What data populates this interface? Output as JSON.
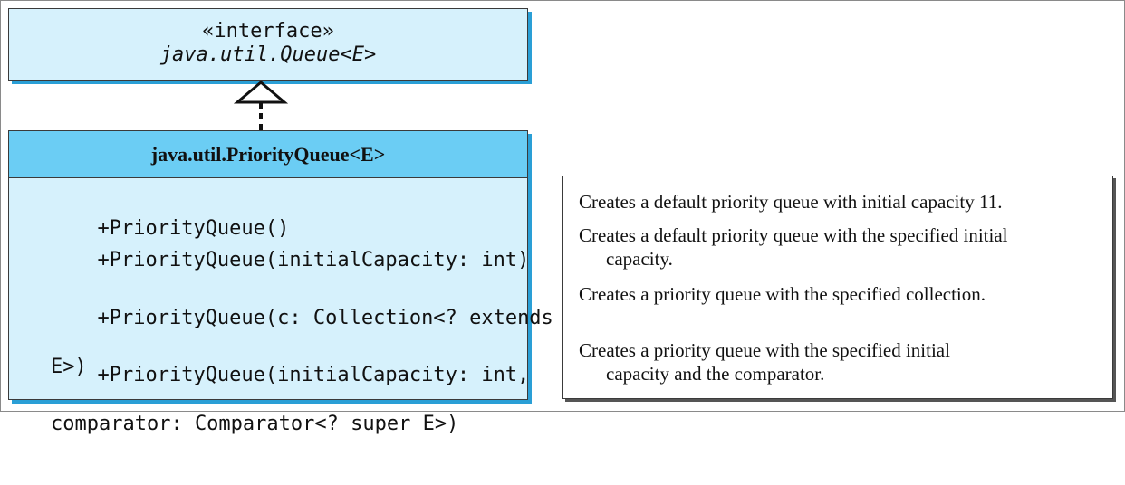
{
  "interface": {
    "stereotype": "«interface»",
    "name": "java.util.Queue<E>"
  },
  "class": {
    "name": "java.util.PriorityQueue<E>",
    "methods": [
      {
        "line1": "+PriorityQueue()",
        "line2": ""
      },
      {
        "line1": "+PriorityQueue(initialCapacity: int)",
        "line2": ""
      },
      {
        "line1": "+PriorityQueue(c: Collection<? extends",
        "line2": "E>)"
      },
      {
        "line1": "+PriorityQueue(initialCapacity: int,",
        "line2": "comparator: Comparator<? super E>)"
      }
    ]
  },
  "descriptions": [
    {
      "line1": "Creates a default priority queue with initial capacity 11.",
      "line2": ""
    },
    {
      "line1": "Creates a default priority queue with the specified initial",
      "line2": "capacity."
    },
    {
      "line1": "Creates a priority queue with the specified collection.",
      "line2": ""
    },
    {
      "line1": "Creates a priority queue with the specified initial",
      "line2": "capacity and the comparator."
    }
  ],
  "colors": {
    "box_fill": "#d6f1fc",
    "header_fill": "#6bcdf4",
    "shadow": "#2a9fd6"
  }
}
